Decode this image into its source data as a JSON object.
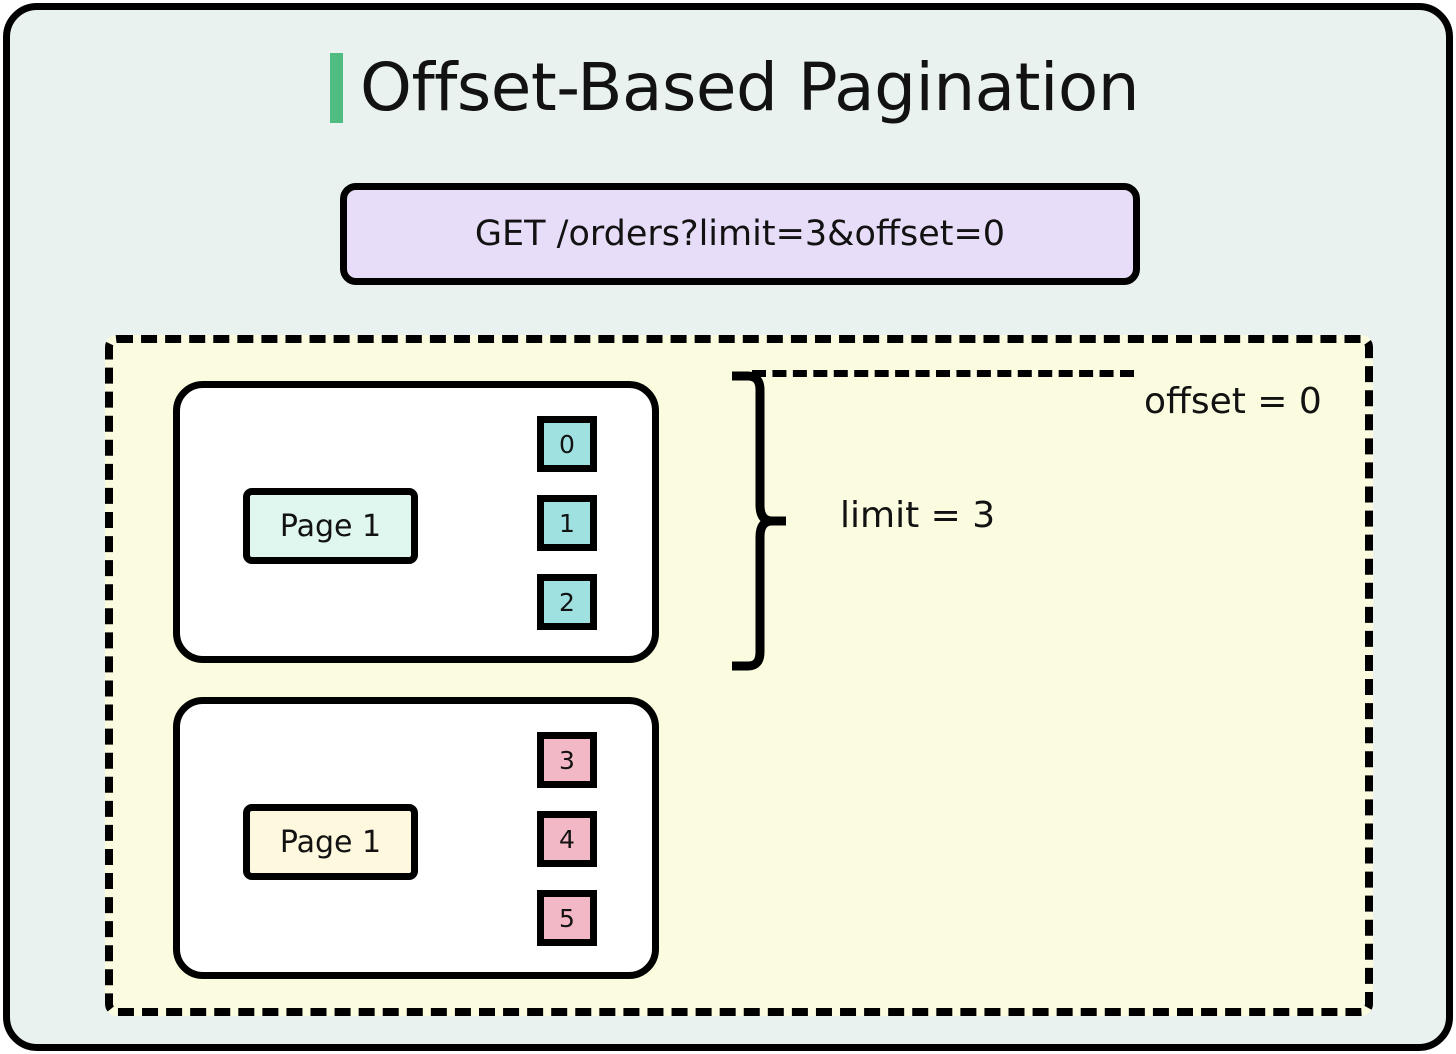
{
  "header": {
    "title": "Offset-Based Pagination",
    "accent_color": "#4fbd82"
  },
  "request": {
    "text": "GET /orders?limit=3&offset=0",
    "background_color": "#e8ddf8"
  },
  "region": {
    "background_color": "#fbfbe0",
    "border_style": "dashed"
  },
  "cards": [
    {
      "label": "Page 1",
      "label_color": "#e0f7ef",
      "item_color": "#9fe0e0",
      "items": [
        "0",
        "1",
        "2"
      ]
    },
    {
      "label": "Page 1",
      "label_color": "#fdf8de",
      "item_color": "#f2b8c6",
      "items": [
        "3",
        "4",
        "5"
      ]
    }
  ],
  "annotations": {
    "offset_label": "offset = 0",
    "limit_label": "limit = 3"
  },
  "canvas": {
    "background_color": "#e9f2ef"
  }
}
